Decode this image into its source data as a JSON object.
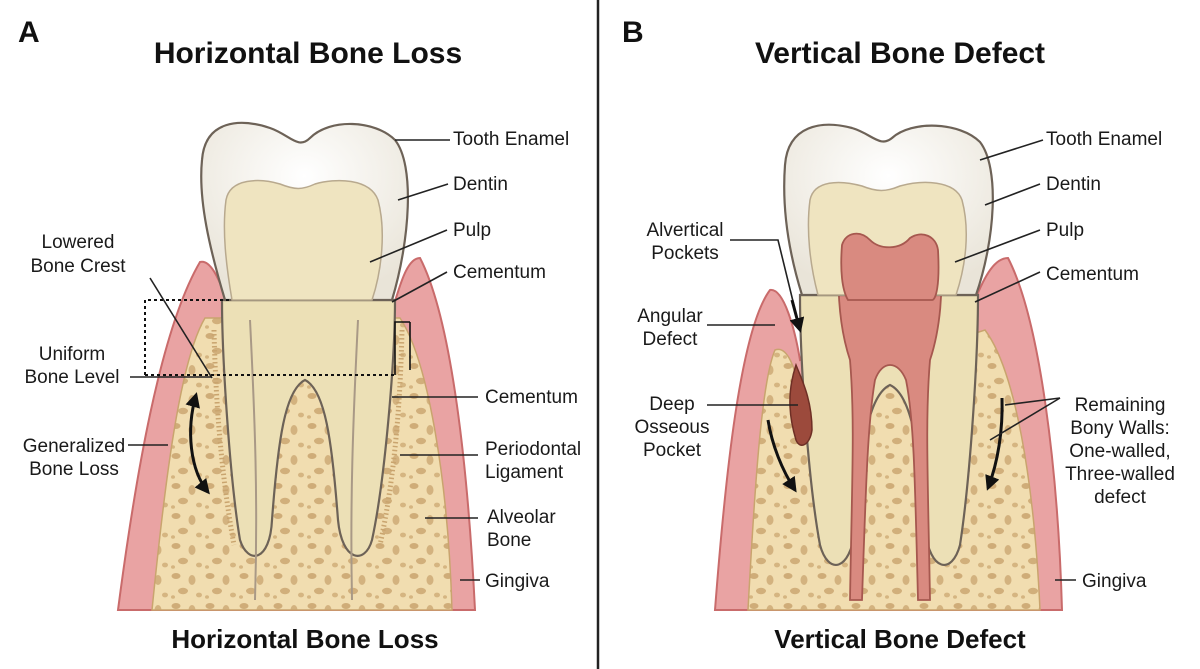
{
  "panels": [
    {
      "letter": "A",
      "title": "Horizontal Bone Loss",
      "footer": "Horizontal Bone Loss",
      "labels": {
        "tooth_enamel": "Tooth Enamel",
        "dentin": "Dentin",
        "pulp": "Pulp",
        "cementum_top": "Cementum",
        "cementum_mid": "Cementum",
        "periodontal_l1": "Periodontal",
        "periodontal_l2": "Ligament",
        "alveolar_l1": "Alveolar",
        "alveolar_l2": "Bone",
        "gingiva": "Gingiva",
        "lowered_l1": "Lowered",
        "lowered_l2": "Bone Crest",
        "uniform_l1": "Uniform",
        "uniform_l2": "Bone Level",
        "generalized_l1": "Generalized",
        "generalized_l2": "Bone Loss"
      }
    },
    {
      "letter": "B",
      "title": "Vertical Bone Defect",
      "footer": "Vertical Bone Defect",
      "labels": {
        "tooth_enamel": "Tooth Enamel",
        "dentin": "Dentin",
        "pulp": "Pulp",
        "cementum": "Cementum",
        "alvertical_l1": "Alvertical",
        "alvertical_l2": "Pockets",
        "angular_l1": "Angular",
        "angular_l2": "Defect",
        "deep_l1": "Deep",
        "deep_l2": "Osseous",
        "deep_l3": "Pocket",
        "remaining_l1": "Remaining",
        "remaining_l2": "Bony Walls:",
        "remaining_l3": "One-walled,",
        "remaining_l4": "Three-walled",
        "remaining_l5": "defect",
        "gingiva": "Gingiva"
      }
    }
  ],
  "colors": {
    "gingiva": "#e9a3a3",
    "gingiva_edge": "#c96b6b",
    "bone": "#f1ddb0",
    "bone_pore": "#c9a46e",
    "enamel": "#f6f3ec",
    "dentin": "#ece0b6",
    "pulp": "#d98a80",
    "defect": "#9c4a3c",
    "outline": "#6d6257"
  }
}
